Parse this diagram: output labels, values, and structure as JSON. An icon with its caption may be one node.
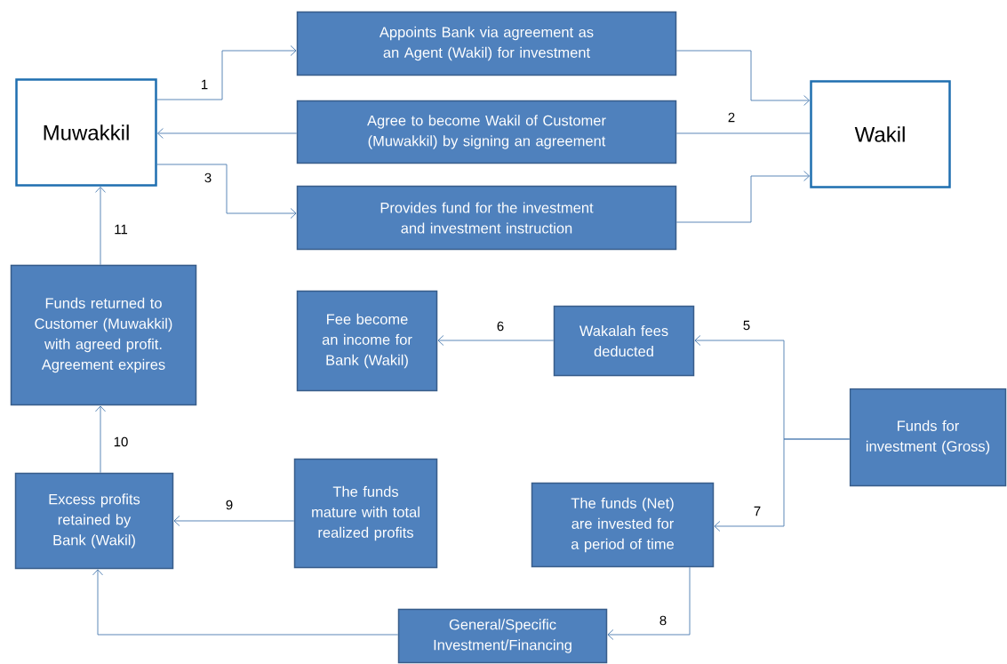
{
  "diagram": {
    "nodes": [
      {
        "text": [
          "Muwakkil"
        ]
      },
      {
        "text": [
          "Appoints Bank via agreement as an Agent (Wakil) for investment"
        ]
      },
      {
        "text": [
          "Agree to become Wakil of Customer (Muwakkil) by signing an agreement"
        ]
      },
      {
        "text": [
          "Provides fund for the investment and investment instruction"
        ]
      },
      {
        "text": [
          "Wakil"
        ]
      },
      {
        "text": [
          "Funds returned to Customer (Muwakkil) with agreed profit. Agreement expires"
        ]
      },
      {
        "text": [
          "Fee become an income for Bank (Wakil)"
        ]
      },
      {
        "text": [
          "Wakalah fees deducted"
        ]
      },
      {
        "text": [
          "Funds for investment (Gross)"
        ]
      },
      {
        "text": [
          "Excess profits retained by Bank (Wakil)"
        ]
      },
      {
        "text": [
          "The funds mature with total realized profits"
        ]
      },
      {
        "text": [
          "The funds (Net) are invested for a period of time"
        ]
      },
      {
        "text": [
          "General/Specific Investment/Financing"
        ]
      }
    ],
    "edges": [
      {
        "from": 0,
        "to": 1,
        "arrow": "to",
        "label": "1"
      },
      {
        "from": 1,
        "to": 4,
        "arrow": "to"
      },
      {
        "from": 2,
        "to": 0,
        "arrow": "to"
      },
      {
        "from": 2,
        "to": 4,
        "arrow": "none",
        "label": "2"
      },
      {
        "from": 0,
        "to": 3,
        "arrow": "to",
        "label": "3"
      },
      {
        "from": 3,
        "to": 4,
        "arrow": "to"
      },
      {
        "from": 5,
        "to": 0,
        "arrow": "to",
        "label": "11"
      },
      {
        "from": 8,
        "to": 7,
        "arrow": "to",
        "label": "5"
      },
      {
        "from": 8,
        "to": 11,
        "arrow": "to",
        "label": "7"
      },
      {
        "from": 7,
        "to": 6,
        "arrow": "to",
        "label": "6"
      },
      {
        "from": 11,
        "to": 12,
        "arrow": "to",
        "label": "8"
      },
      {
        "from": 12,
        "to": 9,
        "arrow": "to"
      },
      {
        "from": 10,
        "to": 9,
        "arrow": "to",
        "label": "9"
      },
      {
        "from": 9,
        "to": 5,
        "arrow": "to",
        "label": "10"
      }
    ]
  }
}
